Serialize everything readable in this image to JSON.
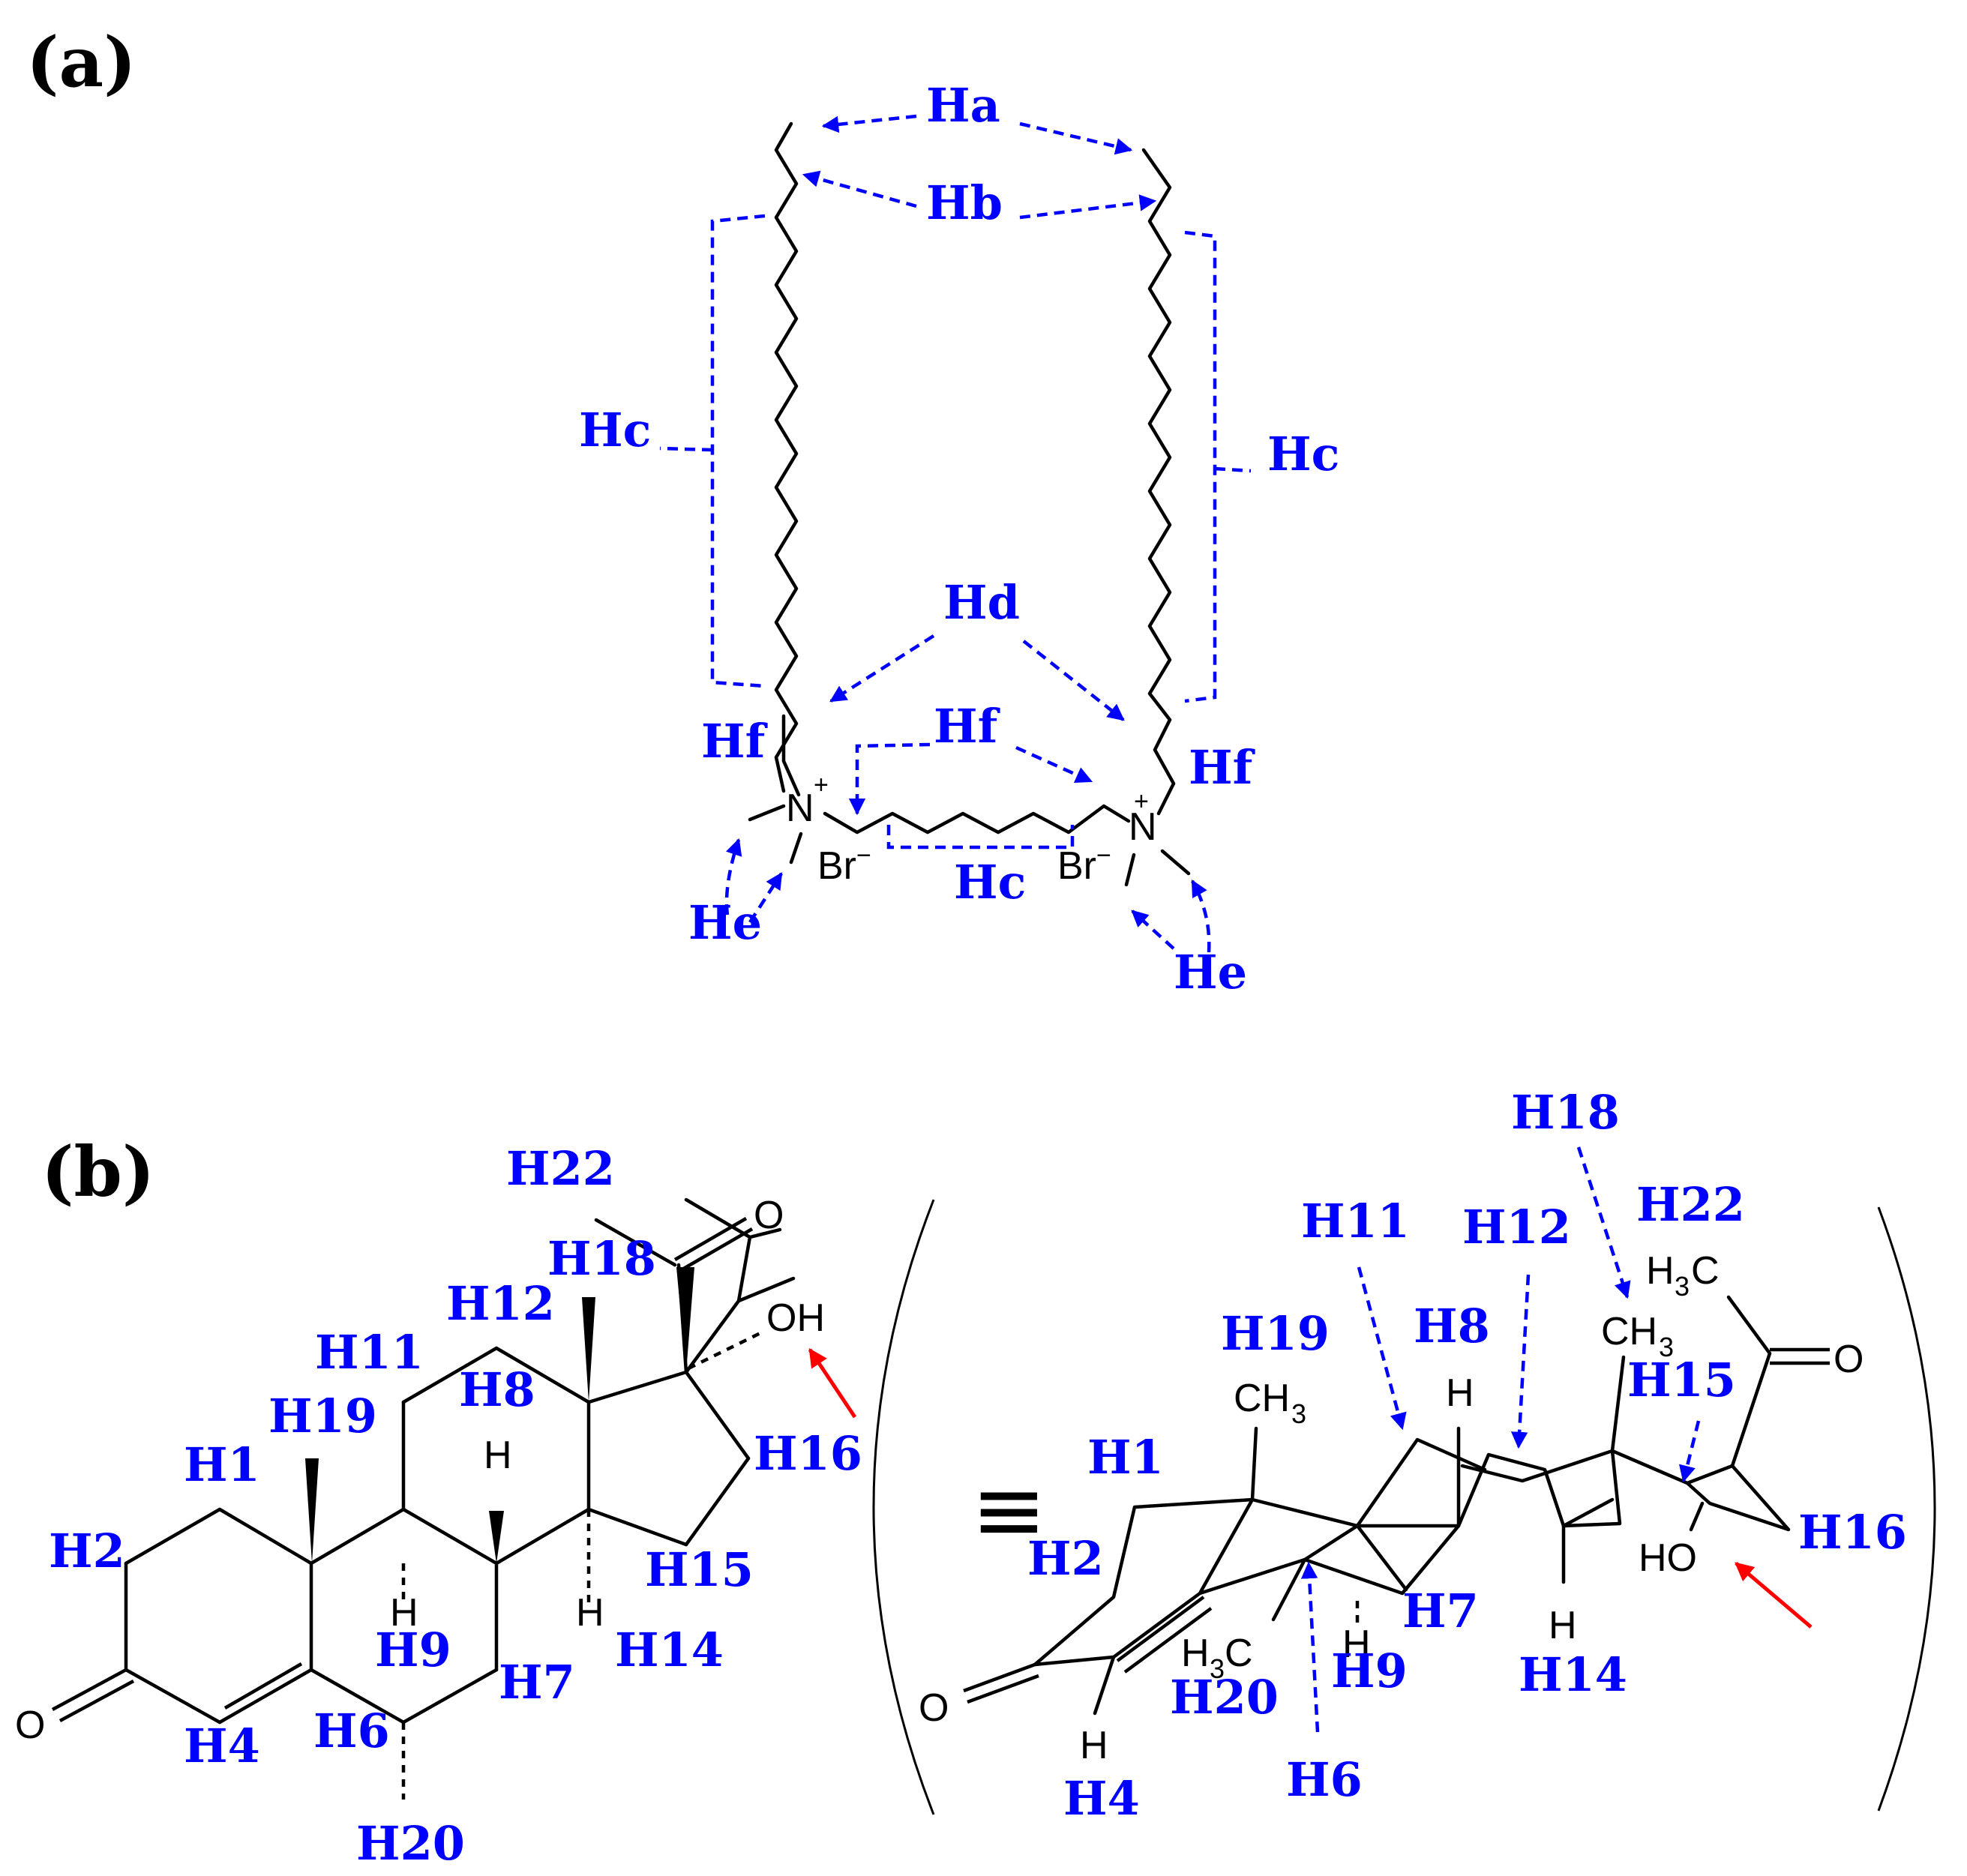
{
  "panels": {
    "a": {
      "label": "(a)",
      "atoms": {
        "n_left": "N",
        "n_right": "N",
        "plus": "+",
        "br": "Br",
        "minus": "−"
      },
      "proton_labels": {
        "ha": "Ha",
        "hb": "Hb",
        "hc_left": "Hc",
        "hc_right": "Hc",
        "hc_bottom": "Hc",
        "hd": "Hd",
        "hf_left": "Hf",
        "hf_mid": "Hf",
        "hf_right": "Hf",
        "he_left": "He",
        "he_right": "He"
      }
    },
    "b": {
      "label": "(b)",
      "atoms": {
        "o_ketone": "O",
        "o_acetyl": "O",
        "oh": "OH",
        "h": "H",
        "ch3": "CH",
        "sub3": "3",
        "h3c_h": "H",
        "h3c_c": "C",
        "ho": "HO"
      },
      "equivalence": "≡",
      "left_labels": [
        "H22",
        "H18",
        "H12",
        "H11",
        "H8",
        "H19",
        "H1",
        "H2",
        "H16",
        "H15",
        "H9",
        "H14",
        "H7",
        "H4",
        "H6",
        "H20"
      ],
      "right_labels": [
        "H18",
        "H11",
        "H12",
        "H22",
        "H19",
        "H8",
        "H15",
        "H1",
        "H16",
        "H2",
        "H7",
        "H20",
        "H9",
        "H14",
        "H4",
        "H6"
      ]
    }
  }
}
